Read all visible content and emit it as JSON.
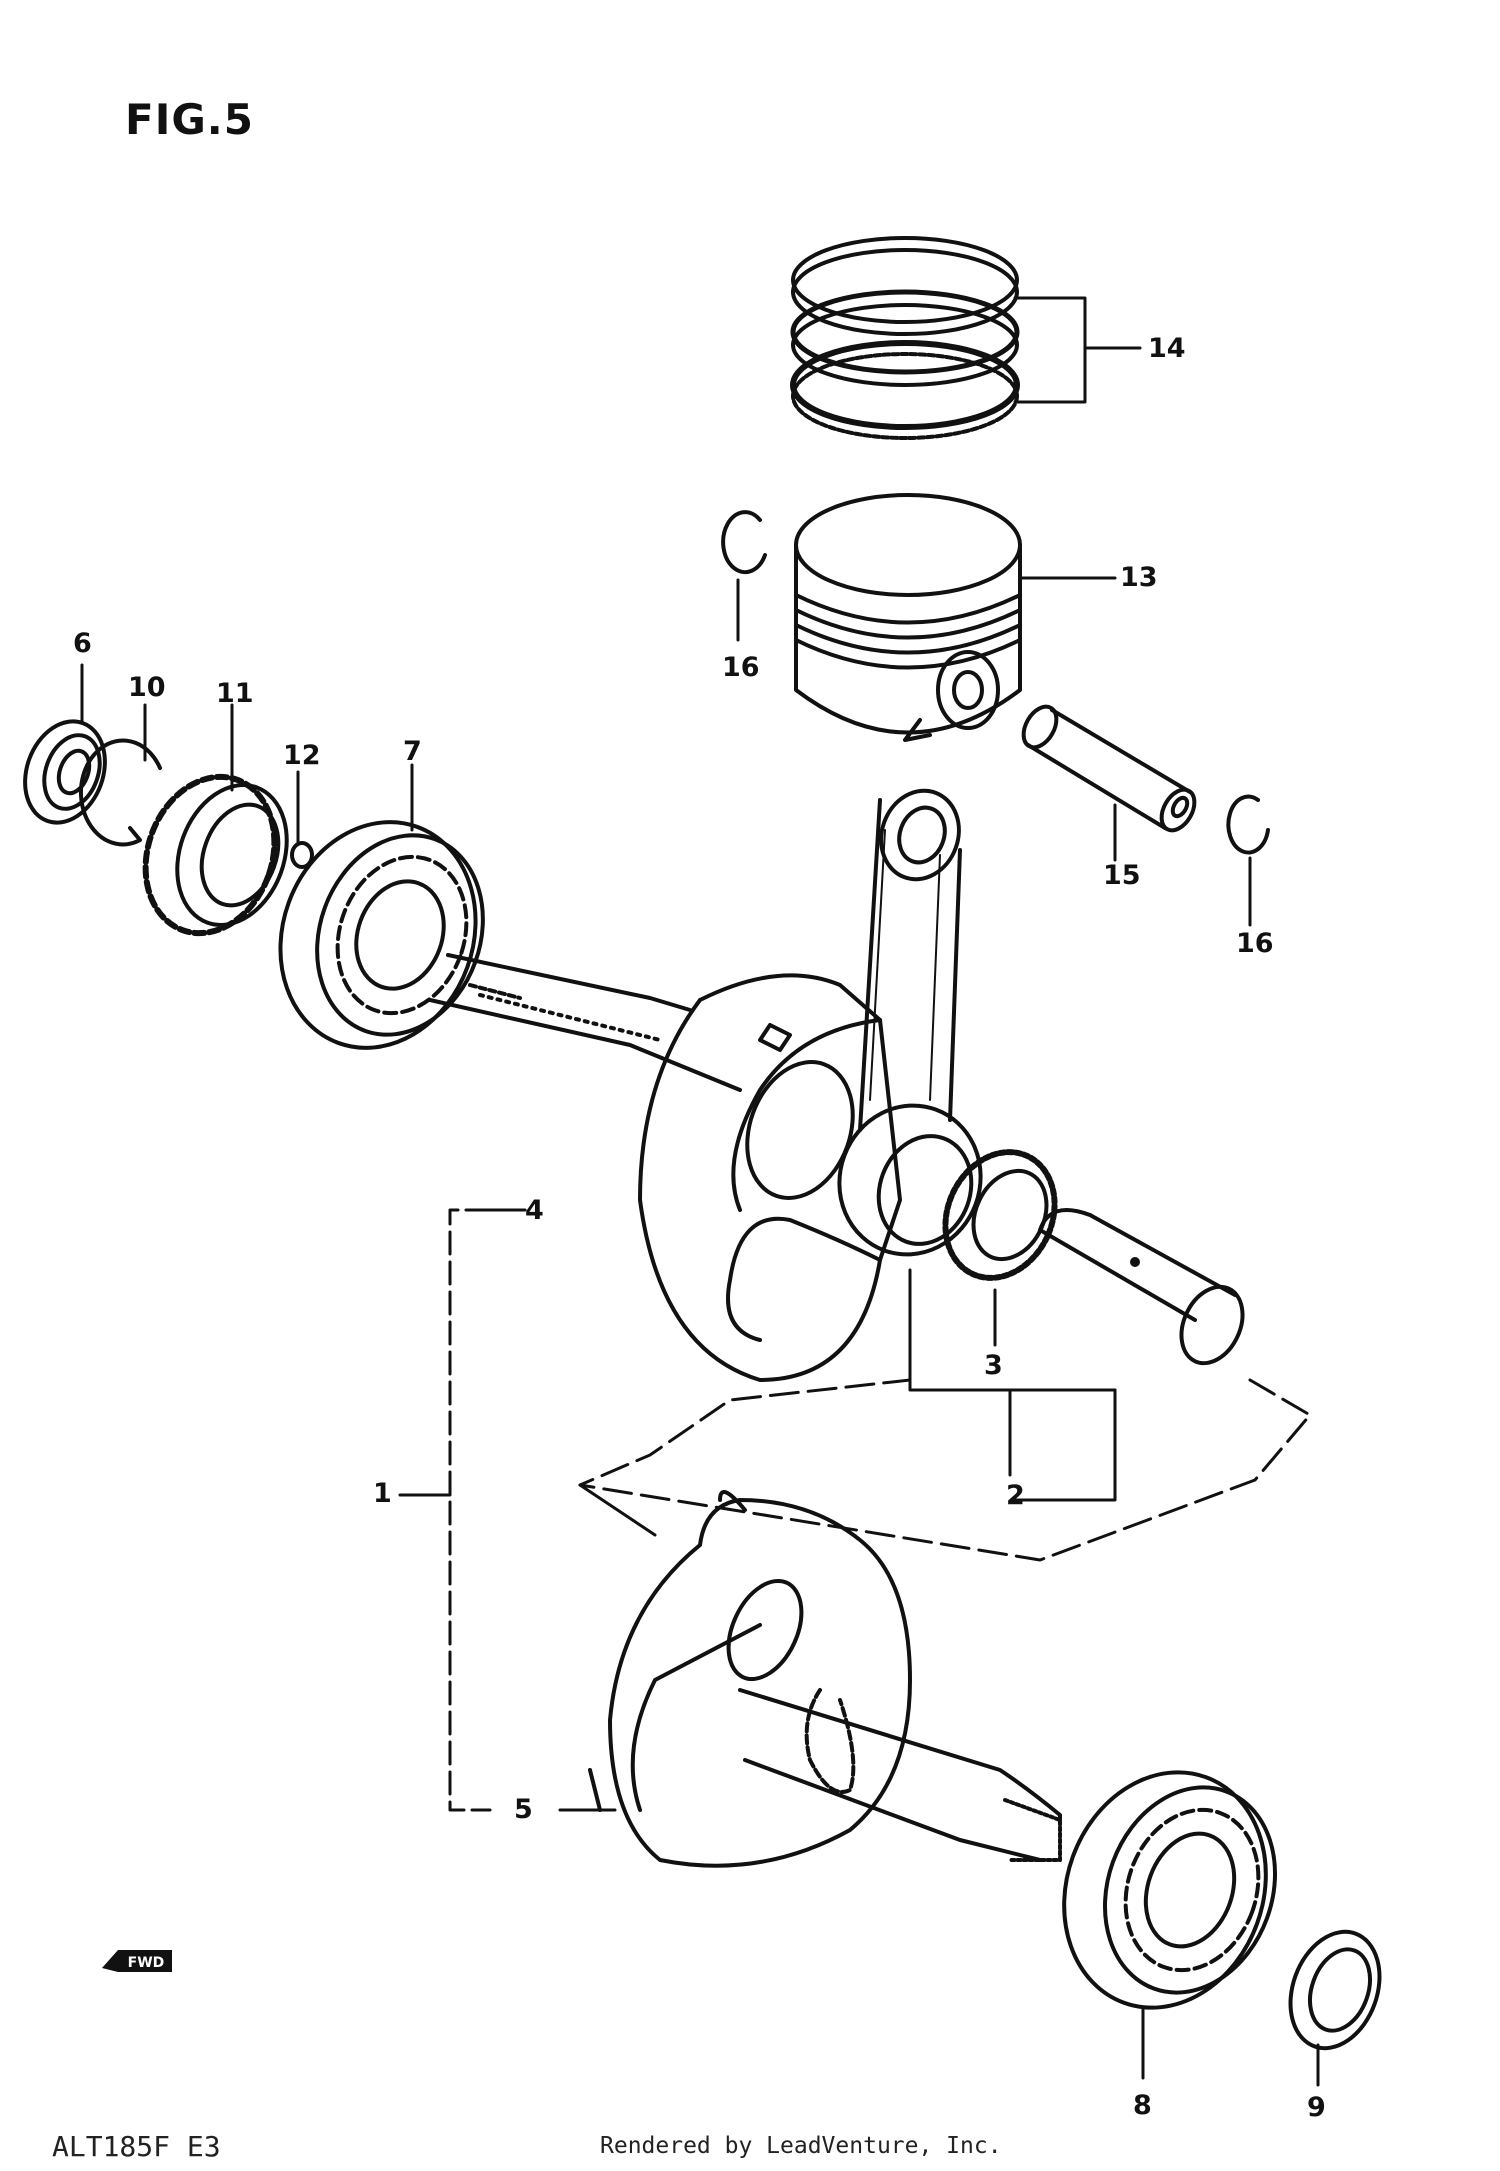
{
  "figure_title": "FIG.5",
  "part_callouts": [
    {
      "id": "c1",
      "label": "1"
    },
    {
      "id": "c2",
      "label": "2"
    },
    {
      "id": "c3",
      "label": "3"
    },
    {
      "id": "c4",
      "label": "4"
    },
    {
      "id": "c5",
      "label": "5"
    },
    {
      "id": "c6",
      "label": "6"
    },
    {
      "id": "c7",
      "label": "7"
    },
    {
      "id": "c8",
      "label": "8"
    },
    {
      "id": "c9",
      "label": "9"
    },
    {
      "id": "c10",
      "label": "10"
    },
    {
      "id": "c11",
      "label": "11"
    },
    {
      "id": "c12",
      "label": "12"
    },
    {
      "id": "c13",
      "label": "13"
    },
    {
      "id": "c14",
      "label": "14"
    },
    {
      "id": "c15",
      "label": "15"
    },
    {
      "id": "c16a",
      "label": "16"
    },
    {
      "id": "c16b",
      "label": "16"
    }
  ],
  "fwd_label": "FWD",
  "model_code": "ALT185F E3",
  "credit": "Rendered by LeadVenture, Inc."
}
